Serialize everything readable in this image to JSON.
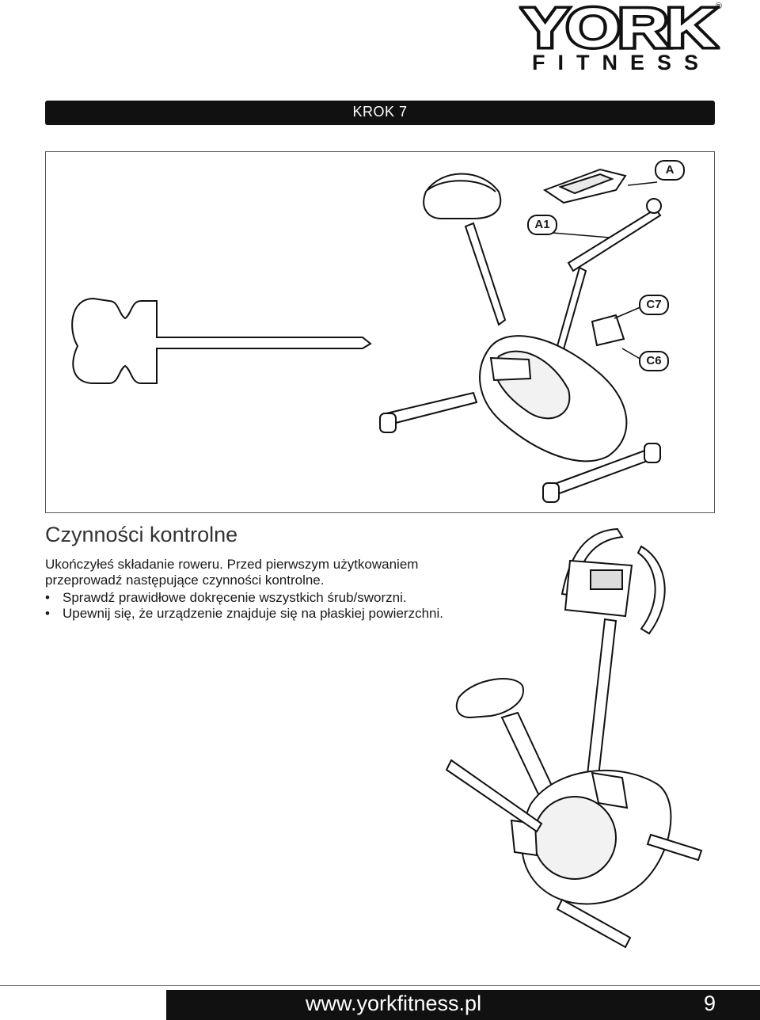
{
  "brand": {
    "name": "YORK",
    "sub": "FITNESS",
    "registered": "®"
  },
  "step": {
    "title": "KROK 7"
  },
  "figure": {
    "callouts": {
      "a": "A",
      "a1": "A1",
      "c7": "C7",
      "c6": "C6"
    }
  },
  "section": {
    "heading": "Czynności kontrolne",
    "intro": "Ukończyłeś składanie roweru. Przed pierwszym użytkowaniem przeprowadź następujące czynności kontrolne.",
    "checks": [
      "Sprawdź prawidłowe dokręcenie wszystkich śrub/sworzni.",
      "Upewnij się, że urządzenie znajduje się na płaskiej powierzchni."
    ]
  },
  "footer": {
    "url": "www.yorkfitness.pl",
    "page": "9"
  }
}
